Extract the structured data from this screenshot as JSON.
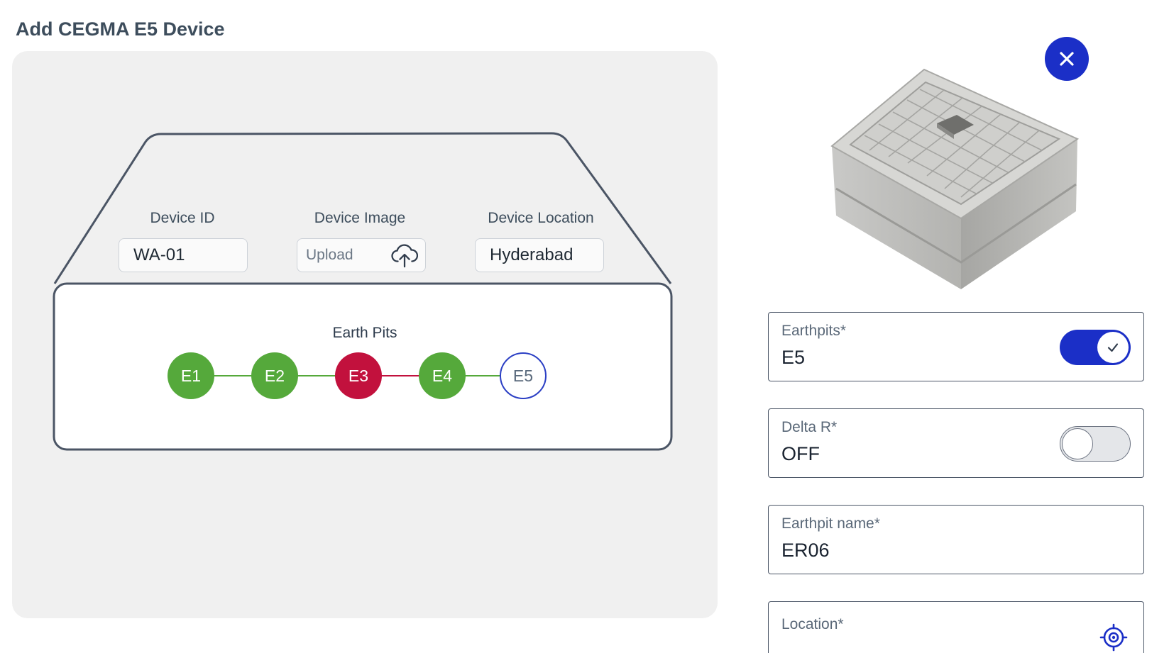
{
  "page": {
    "title": "Add CEGMA E5 Device"
  },
  "device_form": {
    "device_id": {
      "label": "Device ID",
      "value": "WA-01"
    },
    "device_image": {
      "label": "Device Image",
      "value": "Upload",
      "icon": "upload-cloud-icon"
    },
    "device_location": {
      "label": "Device Location",
      "value": "Hyderabad"
    }
  },
  "earth_pits": {
    "title": "Earth Pits",
    "pits": [
      {
        "label": "E1",
        "status": "green"
      },
      {
        "label": "E2",
        "status": "green"
      },
      {
        "label": "E3",
        "status": "red"
      },
      {
        "label": "E4",
        "status": "green"
      },
      {
        "label": "E5",
        "status": "empty"
      }
    ],
    "link_colors": [
      "#55a93b",
      "#55a93b",
      "#c2113d",
      "#55a93b"
    ]
  },
  "side_panel": {
    "close_icon": "close-icon",
    "earthpits": {
      "label": "Earthpits*",
      "value": "E5",
      "toggle": "on"
    },
    "delta_r": {
      "label": "Delta R*",
      "value": "OFF",
      "toggle": "off"
    },
    "earthpit_name": {
      "label": "Earthpit name*",
      "value": "ER06"
    },
    "location": {
      "label": "Location*",
      "icon": "target-location-icon"
    }
  },
  "colors": {
    "accent": "#1b2fc7",
    "ok": "#55a93b",
    "fault": "#c2113d",
    "panel_bg": "#f0f0f0"
  }
}
